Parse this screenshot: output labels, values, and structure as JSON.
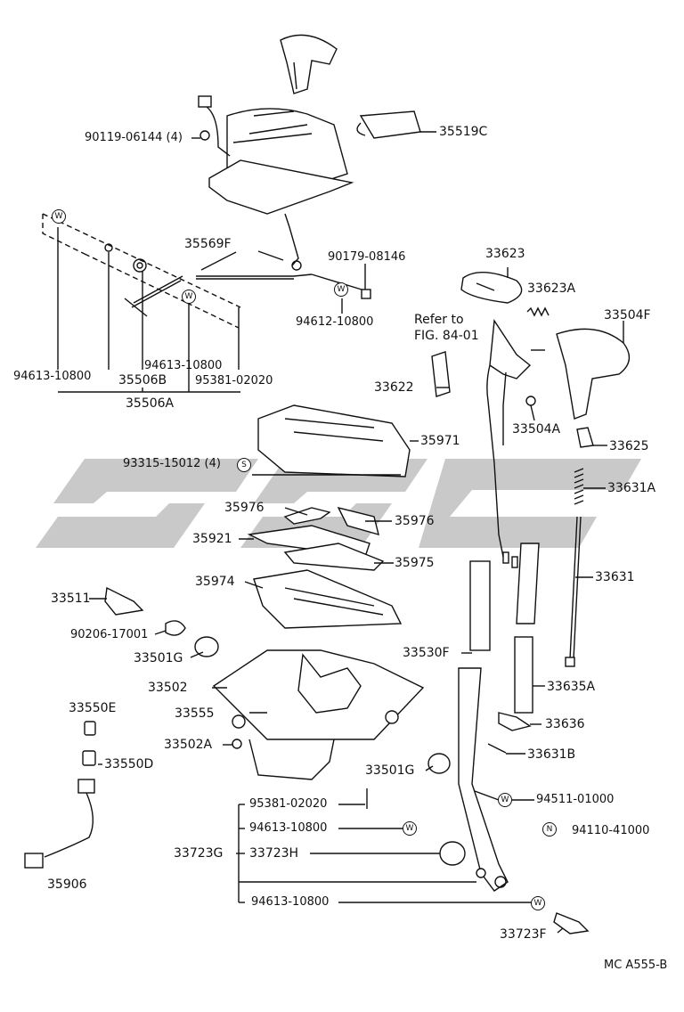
{
  "watermark": "SSAC",
  "catalog_code": "MC A555-B",
  "refer": {
    "line1": "Refer to",
    "line2": "FIG. 84-01"
  },
  "symbols": {
    "w": "W",
    "s": "S",
    "n": "N"
  },
  "labels": {
    "p90119": "90119-06144 (4)",
    "p35519c": "35519C",
    "p35569f": "35569F",
    "p90179": "90179-08146",
    "p94612": "94612-10800",
    "p94613a": "94613-10800",
    "p94613b": "94613-10800",
    "p35506b": "35506B",
    "p95381a": "95381-02020",
    "p35506a": "35506A",
    "p33623": "33623",
    "p33623a": "33623A",
    "p33504f": "33504F",
    "p33622": "33622",
    "p33504a": "33504A",
    "p35971": "35971",
    "p33625": "33625",
    "p93315": "93315-15012 (4)",
    "p33631a": "33631A",
    "p35976a": "35976",
    "p35976b": "35976",
    "p35921": "35921",
    "p35975": "35975",
    "p35974": "35974",
    "p33631": "33631",
    "p33511": "33511",
    "p90206": "90206-17001",
    "p33501g_a": "33501G",
    "p33530f": "33530F",
    "p33502": "33502",
    "p33635a": "33635A",
    "p33550e": "33550E",
    "p33555": "33555",
    "p33636": "33636",
    "p33502a": "33502A",
    "p33631b": "33631B",
    "p33550d": "33550D",
    "p33501g_b": "33501G",
    "p95381b": "95381-02020",
    "p94511": "94511-01000",
    "p94613c": "94613-10800",
    "p94110": "94110-41000",
    "p33723g": "33723G",
    "p33723h": "33723H",
    "p35906": "35906",
    "p94613d": "94613-10800",
    "p33723f": "33723F"
  }
}
